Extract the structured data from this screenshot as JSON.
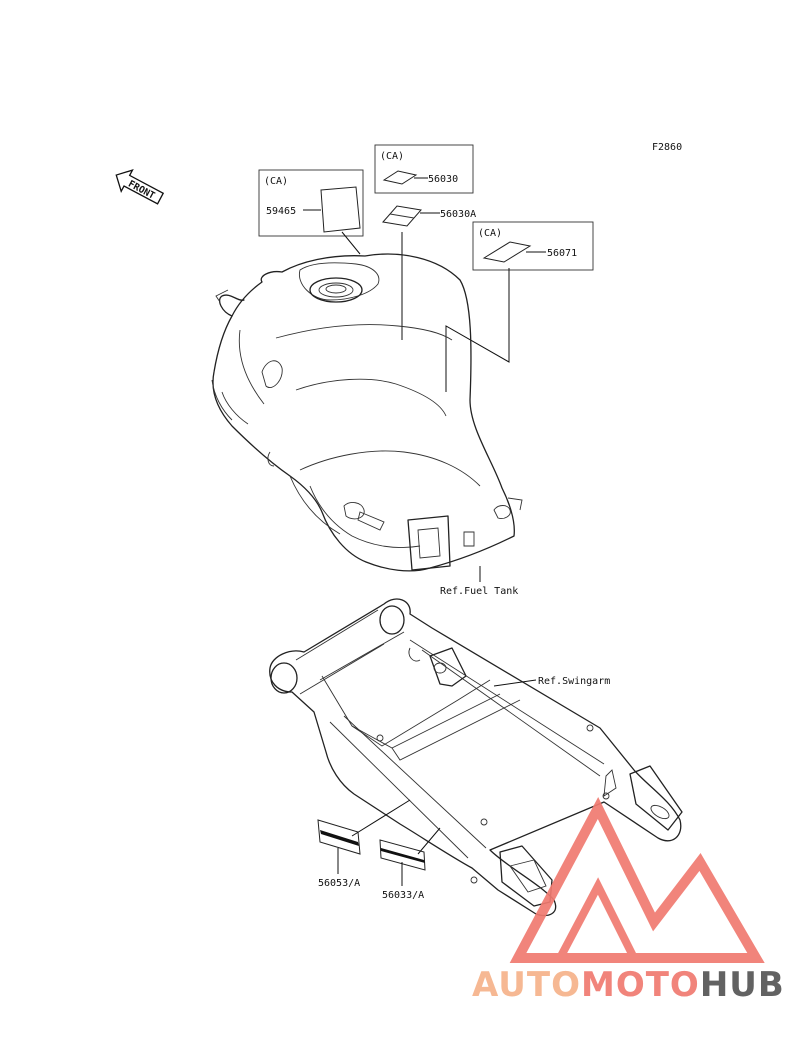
{
  "figure_code": "F2860",
  "front_arrow": {
    "text": "FRONT",
    "icon": "front-direction-arrow-icon"
  },
  "callouts": {
    "ca_label": "(CA)",
    "part_59465": "59465",
    "part_56030": "56030",
    "part_56030a": "56030A",
    "part_56071": "56071",
    "part_56053a": "56053/A",
    "part_56033a": "56033/A"
  },
  "references": {
    "fuel_tank": "Ref.Fuel Tank",
    "swingarm": "Ref.Swingarm"
  },
  "watermark": {
    "part1": "AUTO",
    "part2": "MOTO",
    "part3": "HUB",
    "color_primary": "#f07a70",
    "color_secondary": "#f6b38a",
    "color_dark": "#555555"
  }
}
